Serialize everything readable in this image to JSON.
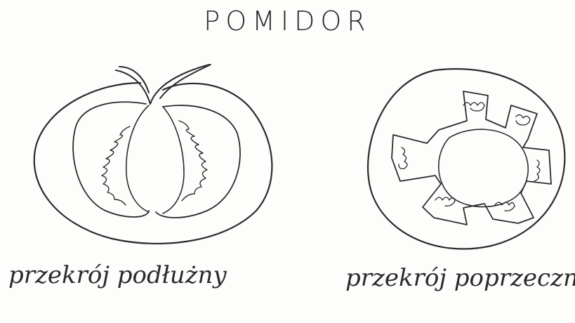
{
  "title": "POMIDOR",
  "labels": {
    "longitudinal": "przekrój podłużny",
    "cross": "przekrój poprzeczny"
  },
  "colors": {
    "ink": "#2b2b2b",
    "paper": "#fdfdfc"
  },
  "figures": [
    {
      "name": "longitudinal-section",
      "depicts": "tomato cut lengthwise with stem"
    },
    {
      "name": "cross-section",
      "depicts": "tomato cut crosswise with seed chambers"
    }
  ]
}
